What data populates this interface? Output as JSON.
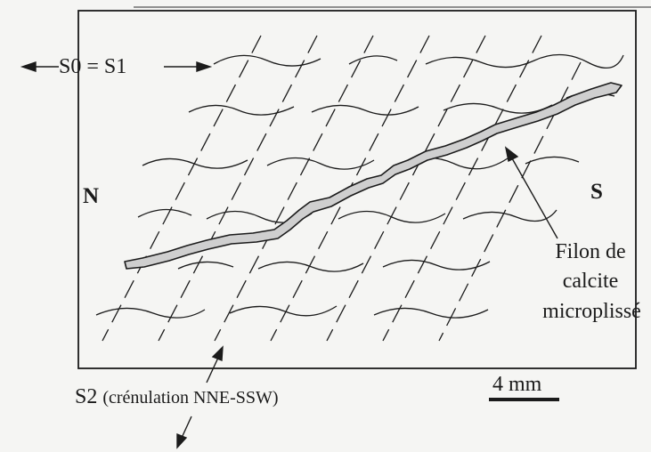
{
  "labels": {
    "s0_s1": "S0 = S1",
    "north": "N",
    "south": "S",
    "vein_line1": "Filon de",
    "vein_line2": "calcite",
    "vein_line3": "microplissé",
    "s2_prefix": "S2",
    "s2_desc": "(crénulation NNE-SSW)",
    "scale": "4 mm"
  },
  "colors": {
    "ink": "#1b1b1b",
    "vein_fill": "#cfcfcf",
    "paper": "#f5f5f3"
  }
}
